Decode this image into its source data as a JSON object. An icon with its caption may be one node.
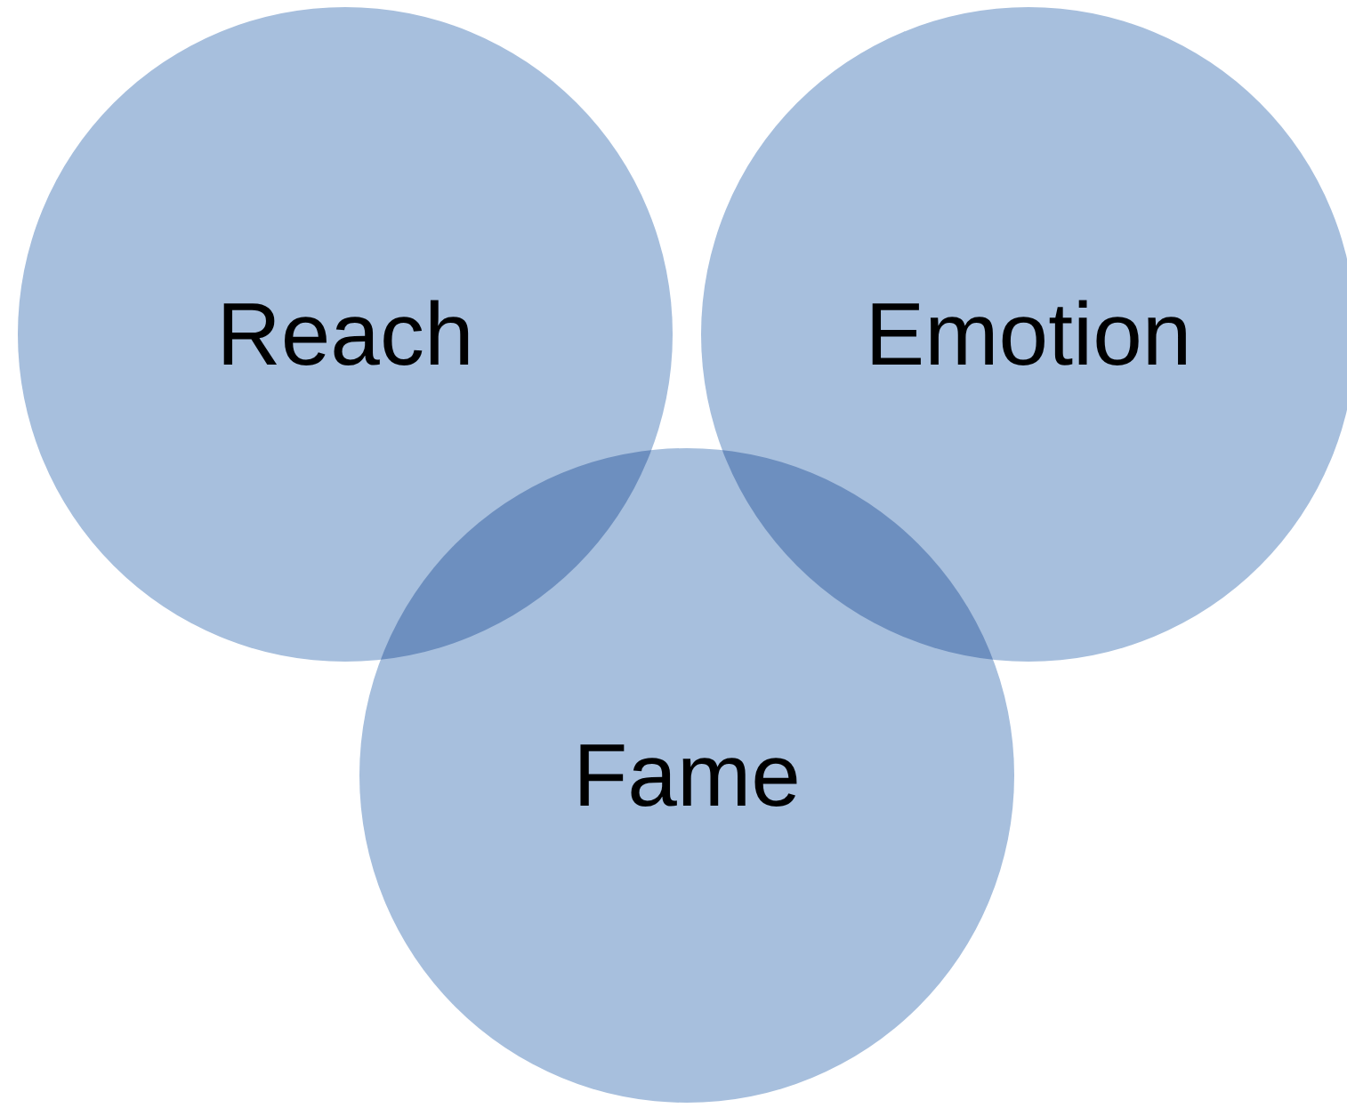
{
  "diagram": {
    "nodes": [
      {
        "text": [
          "Reach"
        ]
      },
      {
        "text": [
          "Emotion"
        ]
      },
      {
        "text": [
          "Fame"
        ]
      }
    ]
  }
}
